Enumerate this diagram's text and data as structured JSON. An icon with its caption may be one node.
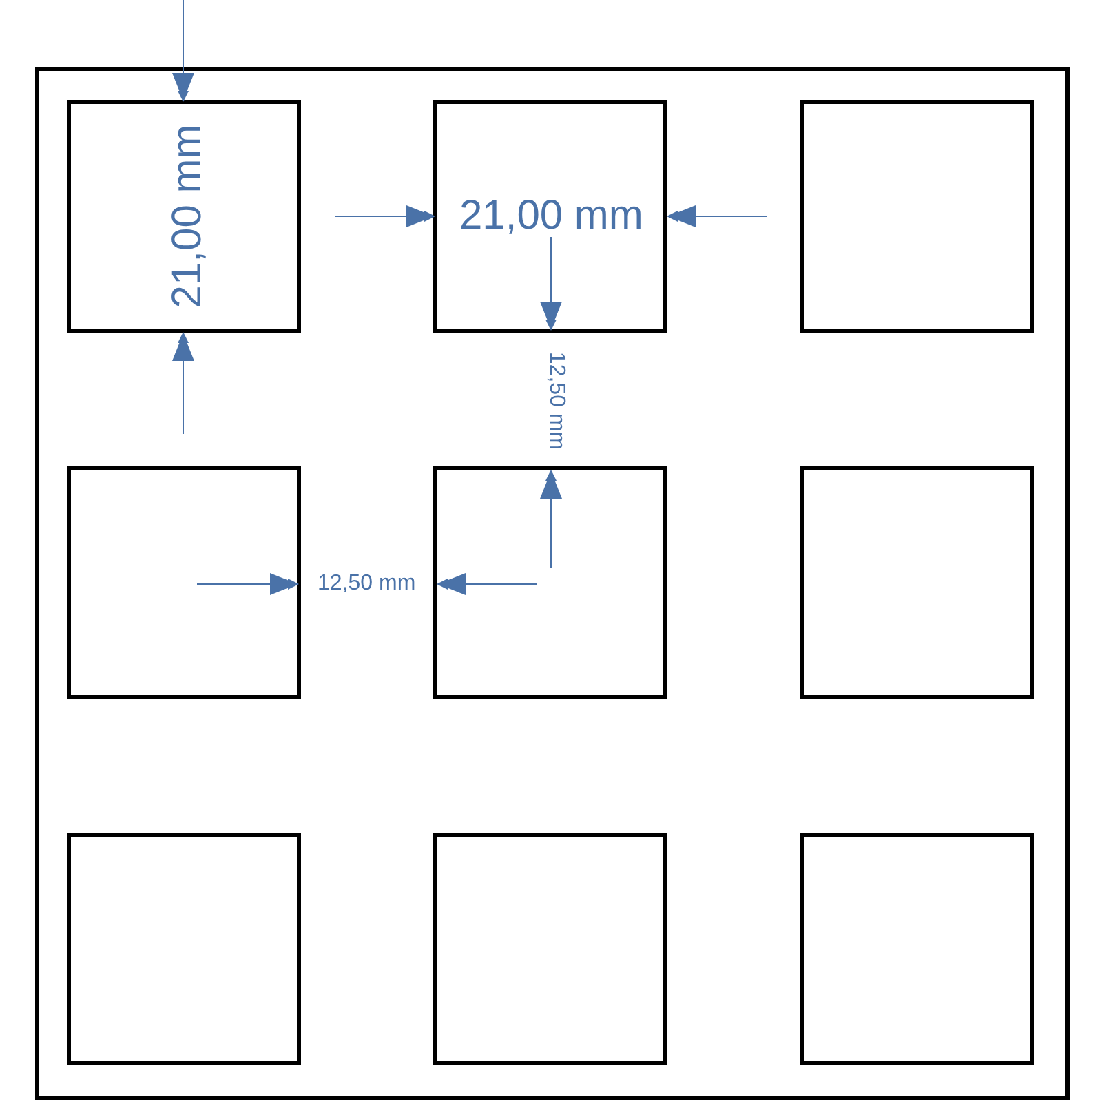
{
  "diagram": {
    "labels": [
      "21,00 mm",
      "21,00 mm",
      "12,50 mm",
      "12,50 mm"
    ]
  }
}
